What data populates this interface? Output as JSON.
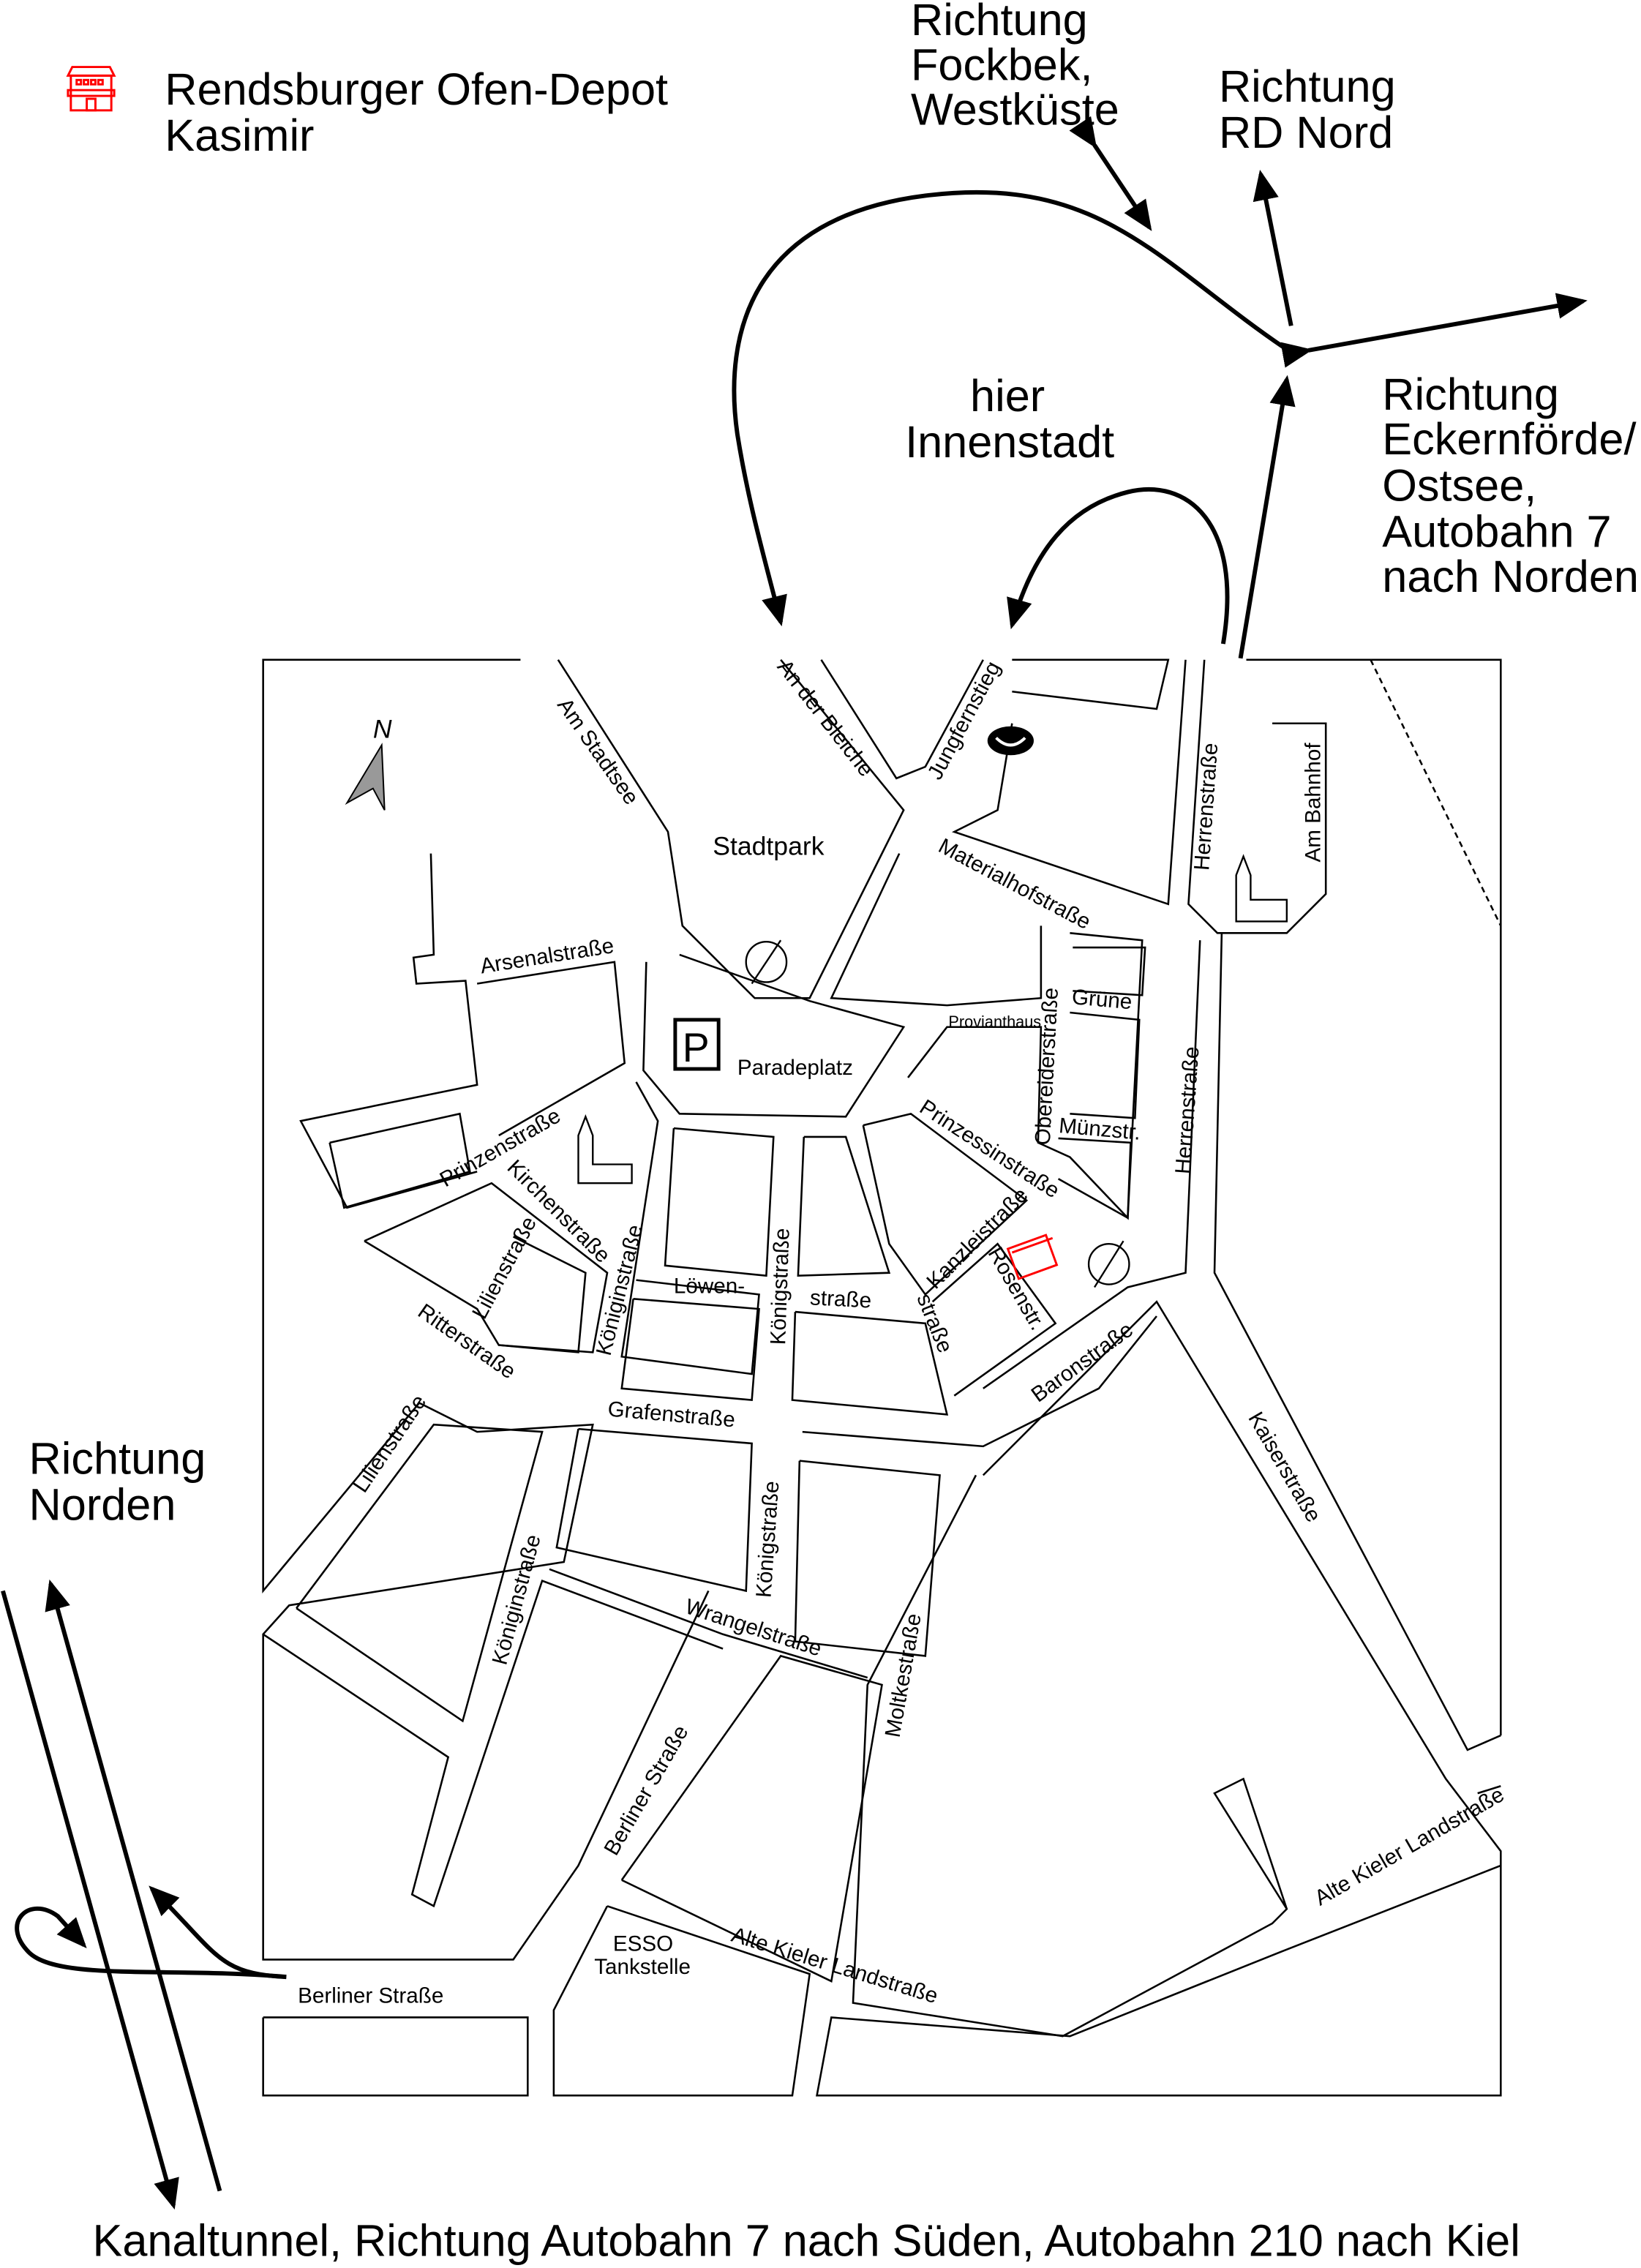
{
  "legend": {
    "icon": "shop-building-icon",
    "name_line1": "Rendsburger Ofen-Depot",
    "name_line2": "Kasimir",
    "icon_color": "#ff0000"
  },
  "directions": {
    "fockbek": [
      "Richtung",
      "Fockbek,",
      "Westküste"
    ],
    "rd_nord": [
      "Richtung",
      "RD Nord"
    ],
    "innenstadt": [
      "hier",
      "Innenstadt"
    ],
    "eckernfoerde": [
      "Richtung",
      "Eckernförde/",
      "Ostsee,",
      "Autobahn 7",
      "nach Norden"
    ],
    "norden": [
      "Richtung",
      "Norden"
    ],
    "bottom": "Kanaltunnel, Richtung Autobahn 7 nach Süden, Autobahn 210 nach Kiel"
  },
  "places": {
    "stadtpark": "Stadtpark",
    "paradeplatz": "Paradeplatz",
    "parking": "P",
    "proviantaus": "Provianthaus",
    "esso1": "ESSO",
    "esso2": "Tankstelle",
    "north": "N"
  },
  "streets": {
    "am_stadtsee": "Am Stadtsee",
    "an_der_bleiche": "An der Bleiche",
    "jungfernstieg": "Jungfernstieg",
    "materialhof": "Materialhofstraße",
    "herren1": "Herrenstraße",
    "am_bahnhof": "Am Bahnhof",
    "arsenal": "Arsenalstraße",
    "obereider": "Obereiderstraße",
    "gruene": "Grüne",
    "muenz": "Münzstr.",
    "herren2": "Herrenstraße",
    "prinzessin": "Prinzessinstraße",
    "prinzen": "Prinzenstraße",
    "kirchen": "Kirchenstraße",
    "lilien1": "Lilienstraße",
    "koenigin1": "Königinstraße",
    "loewen1": "Löwen-",
    "loewen2": "straße",
    "koenig1": "Königstraße",
    "kanzlei": "Kanzleistraße",
    "rosen": "Rosenstr.",
    "rosen2": "straße",
    "baron": "Baronstraße",
    "ritter": "Ritterstraße",
    "grafen": "Grafenstraße",
    "lilien2": "Lilienstraße",
    "koenig2": "Königstraße",
    "kaiser": "Kaiserstraße",
    "koenigin2": "Königinstraße",
    "wrangel": "Wrangelstraße",
    "moltke": "Moltkestraße",
    "berliner1": "Berliner Straße",
    "alte_kieler1": "Alte Kieler Landstraße",
    "alte_kieler2": "Alte Kieler Landstraße",
    "berliner2": "Berliner Straße"
  }
}
